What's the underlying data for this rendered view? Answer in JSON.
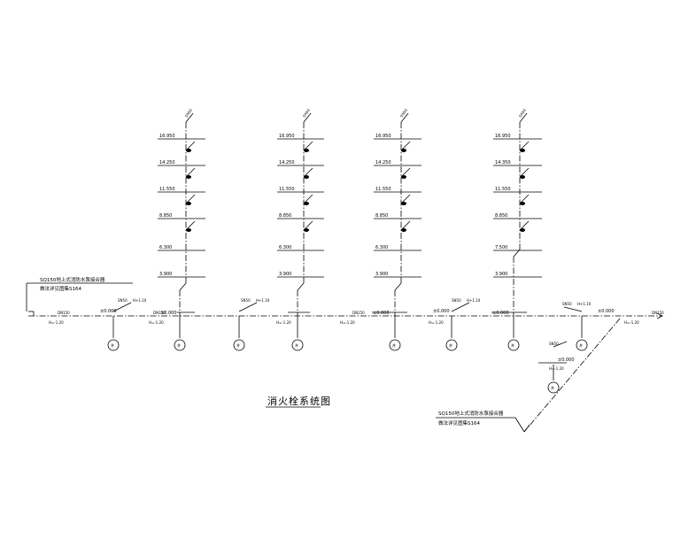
{
  "title": "消火栓系统图",
  "risers": [
    {
      "label": "XL-1",
      "levels": [
        "16.950",
        "14.250",
        "11.550",
        "8.850",
        "6.300",
        "3.900"
      ]
    },
    {
      "label": "XL-2",
      "levels": [
        "16.950",
        "14.250",
        "11.550",
        "8.850",
        "6.300",
        "3.900"
      ]
    },
    {
      "label": "XL-3",
      "levels": [
        "16.950",
        "14.250",
        "11.550",
        "8.850",
        "6.300",
        "3.900"
      ]
    },
    {
      "label": "XL-4",
      "levels": [
        "16.950",
        "14.350",
        "11.550",
        "8.850",
        "7.500",
        "3.900"
      ]
    }
  ],
  "ground_level": "±0.000",
  "hydrant_spec": "SN50",
  "hydrant_height": "H+1.10",
  "pipe_size": "DN150",
  "pipe_elevation": "H=-1.20",
  "note_left": {
    "line1": "SQ150地上式消防水泵接合器",
    "line2": "做法详见图集S164"
  },
  "note_right": {
    "line1": "SQ150地上式消防水泵接合器",
    "line2": "做法详见图集S164"
  },
  "well_mark": "井",
  "branch_level": "±0.000"
}
